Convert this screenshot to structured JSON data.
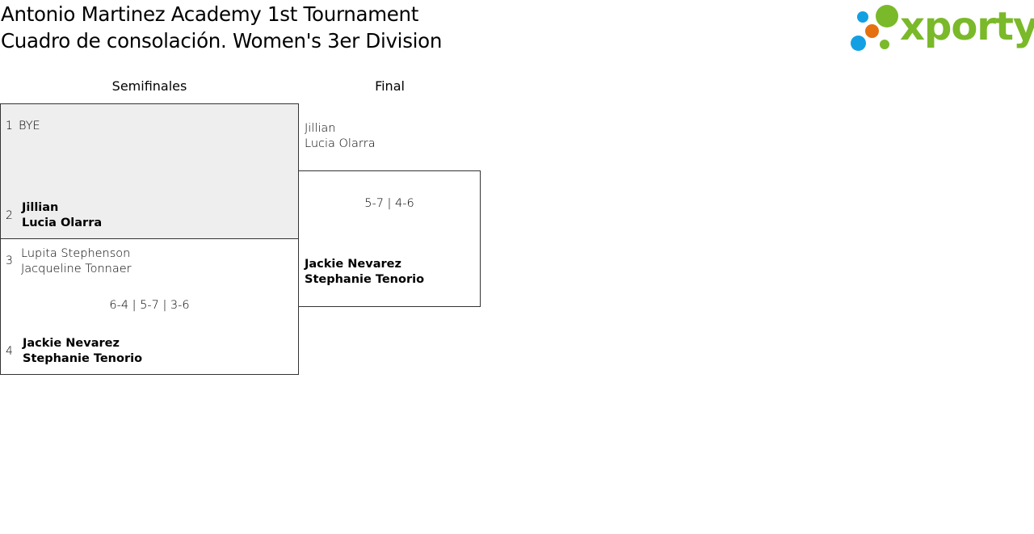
{
  "header": {
    "title_line1": "Antonio Martinez Academy 1st Tournament",
    "title_line2": "Cuadro de consolación. Women's 3er Division"
  },
  "logo": {
    "text": "xporty",
    "colors": {
      "green": "#7ab929",
      "blue": "#12a0e3",
      "orange": "#e5700f"
    }
  },
  "rounds": [
    {
      "title": "Semifinales"
    },
    {
      "title": "Final"
    }
  ],
  "semifinals": [
    {
      "top": {
        "seed": "1",
        "players": [
          "BYE"
        ]
      },
      "bottom": {
        "seed": "2",
        "players": [
          "Jillian",
          "Lucia Olarra"
        ]
      },
      "score": ""
    },
    {
      "top": {
        "seed": "3",
        "players": [
          "Lupita Stephenson",
          "Jacqueline Tonnaer"
        ]
      },
      "bottom": {
        "seed": "4",
        "players": [
          "Jackie Nevarez",
          "Stephanie Tenorio"
        ]
      },
      "score": "6-4 | 5-7 | 3-6"
    }
  ],
  "final": {
    "top": {
      "players": [
        "Jillian",
        "Lucia Olarra"
      ]
    },
    "bottom": {
      "players": [
        "Jackie Nevarez",
        "Stephanie Tenorio"
      ]
    },
    "score": "5-7 | 4-6"
  }
}
